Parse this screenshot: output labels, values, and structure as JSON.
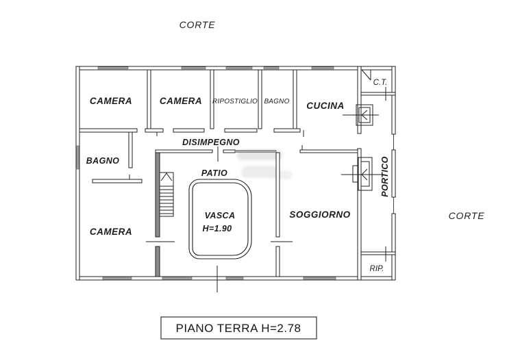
{
  "drawing": {
    "plan_title": "PIANO TERRA H=2.78",
    "labels": {
      "corte_top": "CORTE",
      "corte_right": "CORTE",
      "camera_nw": "CAMERA",
      "camera_n": "CAMERA",
      "ripostiglio": "RIPOSTIGLIO",
      "bagno_n": "BAGNO",
      "cucina": "CUCINA",
      "ct": "C.T.",
      "disimpegno": "DISIMPEGNO",
      "bagno_w": "BAGNO",
      "patio": "PATIO",
      "vasca": "VASCA",
      "vasca_height": "H=1.90",
      "camera_sw": "CAMERA",
      "soggiorno": "SOGGIORNO",
      "portico": "PORTICO",
      "rip": "RIP."
    },
    "colors": {
      "line": "#1f1f1f",
      "wall_gray": "#8c8c8c",
      "window_gray": "#ababab",
      "background": "#ffffff"
    }
  }
}
